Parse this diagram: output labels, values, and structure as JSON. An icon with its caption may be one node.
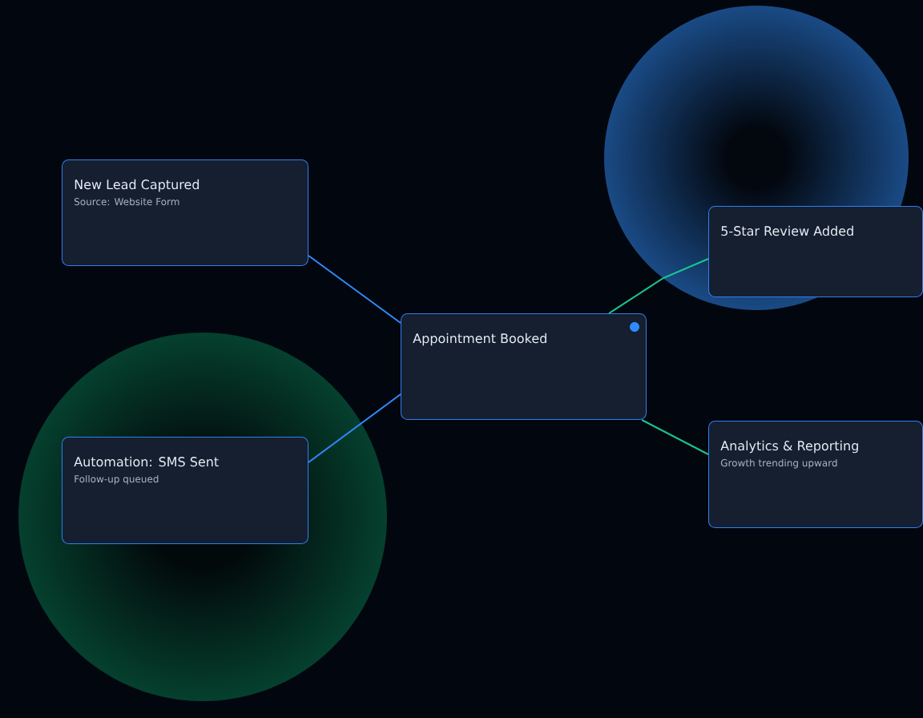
{
  "diagram": {
    "nodes": [
      {
        "text": [
          "New Lead Captured",
          "Source: Website Form"
        ]
      },
      {
        "text": [
          "5-Star Review Added"
        ]
      },
      {
        "text": [
          "Appointment Booked"
        ]
      },
      {
        "text": [
          "Automation: SMS Sent",
          "Follow-up queued"
        ]
      },
      {
        "text": [
          "Analytics & Reporting",
          "Growth trending upward"
        ]
      }
    ],
    "edges": [
      {
        "from": 0,
        "to": 2,
        "arrow": "none"
      },
      {
        "from": 2,
        "to": 3,
        "arrow": "none"
      },
      {
        "from": 2,
        "to": 1,
        "arrow": "none",
        "color": "#19c48c"
      },
      {
        "from": 2,
        "to": 4,
        "arrow": "none",
        "color": "#19c48c"
      }
    ]
  }
}
